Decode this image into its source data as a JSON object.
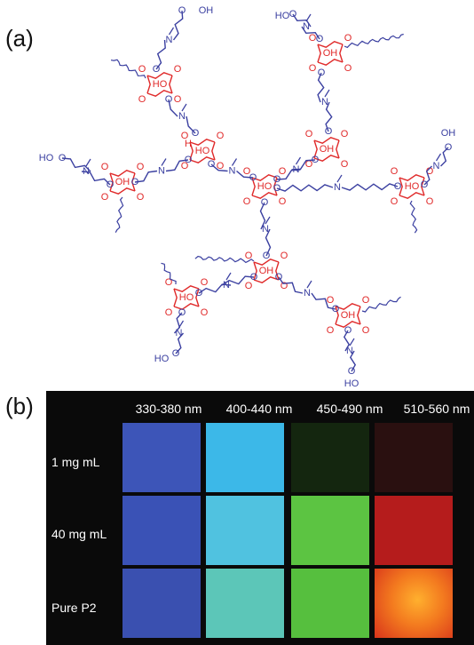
{
  "panel_a": {
    "label": "(a)",
    "groups": {
      "hydroxyl": "HO",
      "hydroxyl_right": "OH",
      "oxygen": "O",
      "nitrogen": "N",
      "hydrogen": "H"
    },
    "colors": {
      "ester_core": "#e02a2a",
      "amine_chain": "#3a3fa0"
    }
  },
  "panel_b": {
    "label": "(b)",
    "columns": [
      "330-380 nm",
      "400-440 nm",
      "450-490 nm",
      "510-560 nm"
    ],
    "rows": [
      {
        "label": "1 mg mL",
        "colors": [
          "#3d55b8",
          "#3cb8e8",
          "#14260f",
          "#2a1010"
        ]
      },
      {
        "label": "40 mg mL",
        "colors": [
          "#3a52b6",
          "#50c2e0",
          "#5cc442",
          "#b51c1c"
        ]
      },
      {
        "label": "Pure P2",
        "colors": [
          "#3a50b0",
          "#5cc6b8",
          "#56bf3e",
          "#f0641e"
        ]
      }
    ]
  }
}
